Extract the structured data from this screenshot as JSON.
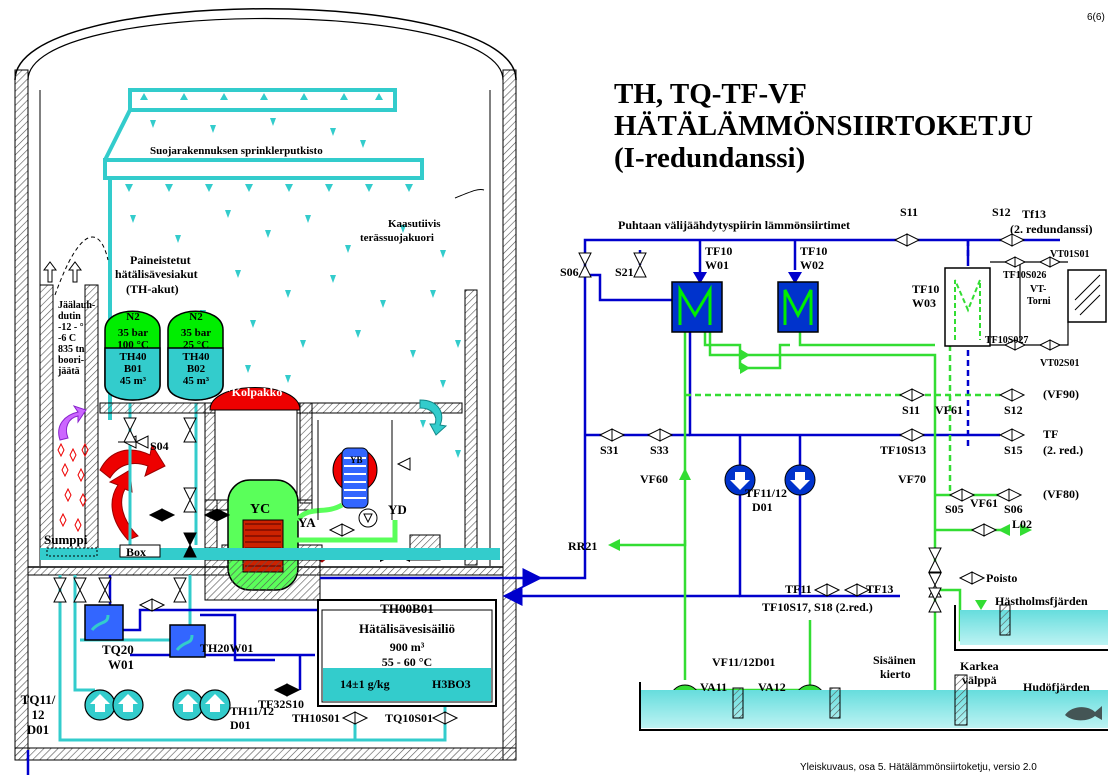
{
  "page_number": "6(6)",
  "title": {
    "line1": "TH, TQ-TF-VF",
    "line2": "HÄTÄLÄMMÖNSIIRTOKETJU",
    "line3": "(I-redundanssi)"
  },
  "footer": "Yleiskuvaus, osa 5. Hätälämmönsiirtoketju, versio 2.0",
  "containment": {
    "sprinkler_label": "Suojarakennuksen sprinklerputkisto",
    "steel_shell_line1": "Kaasutiivis",
    "steel_shell_line2": "terässuojakuori",
    "accumulator_title_line1": "Paineistetut",
    "accumulator_title_line2": "hätälisävesiakut",
    "accumulator_title_line3": "(TH-akut)",
    "ice_line1": "Jäälauh-",
    "ice_line2": "dutin",
    "ice_line3": "-12 - °",
    "ice_line4": "-6 C",
    "ice_line5": "835 tn",
    "ice_line6": "boori-",
    "ice_line7": "jäätä",
    "kolpakko": "\"Kolpakko\"",
    "s04": "S04",
    "yc": "YC",
    "yb": "YB",
    "ya": "YA",
    "yd": "YD",
    "sumppi": "Sumppi",
    "box": "Box"
  },
  "accumulators": [
    {
      "gas": "N2",
      "pressure": "35 bar",
      "temp": "100 °C",
      "id1": "TH40",
      "id2": "B01",
      "volume": "45 m³"
    },
    {
      "gas": "N2",
      "pressure": "35 bar",
      "temp": "25 °C",
      "id1": "TH40",
      "id2": "B02",
      "volume": "45 m³"
    }
  ],
  "lower": {
    "tq20_line1": "TQ20",
    "tq20_line2": "W01",
    "th20w01": "TH20W01",
    "tf32s10": "TF32S10",
    "tq11_line1": "TQ11/",
    "tq11_line2": "12",
    "tq11_line3": "D01",
    "th1112_line1": "TH11/12",
    "th1112_line2": "D01",
    "th10s01": "TH10S01",
    "tq10s01": "TQ10S01"
  },
  "tank": {
    "id": "TH00B01",
    "name": "Hätälisävesisäiliö",
    "volume": "900 m³",
    "temp": "55 - 60 °C",
    "boron": "14±1 g/kg",
    "chem": "H3BO3"
  },
  "circuit": {
    "hx_label": "Puhtaan välijäähdytyspiirin lämmönsiirtimet",
    "s11": "S11",
    "s12": "S12",
    "tf13_line1": "Tf13",
    "tf13_line2": "(2. redundanssi)",
    "s06": "S06",
    "s21": "S21",
    "w01_line1": "TF10",
    "w01_line2": "W01",
    "w02_line1": "TF10",
    "w02_line2": "W02",
    "w03_line1": "TF10",
    "w03_line2": "W03",
    "vt01s01": "VT01S01",
    "tf10s026": "TF10S026",
    "vt_line1": "VT-",
    "vt_line2": "Torni",
    "tf10s027": "TF10S027",
    "vt02s01": "VT02S01",
    "s11b": "S11",
    "vf61": "VF61",
    "s12b": "S12",
    "vf90": "(VF90)",
    "s31": "S31",
    "s33": "S33",
    "tf10s13": "TF10S13",
    "s15": "S15",
    "tf": "TF",
    "tf_red": "(2. red.)",
    "vf60": "VF60",
    "tf1112_line1": "TF11/12",
    "tf1112_line2": "D01",
    "vf70": "VF70",
    "s05": "S05",
    "vf61b": "VF61",
    "s06b": "S06",
    "vf80": "(VF80)",
    "l02": "L02",
    "rr21": "RR21",
    "tf11": "TF11",
    "tf13b": "TF13",
    "tf10s17": "TF10S17, S18 (2.red.)",
    "poisto": "Poisto",
    "hastholm": "Hästholmsfjärden",
    "vf1112": "VF11/12D01",
    "va11": "VA11",
    "va12": "VA12",
    "sisainen_line1": "Sisäinen",
    "sisainen_line2": "kierto",
    "karkea_line1": "Karkea",
    "karkea_line2": "välppä",
    "hudo": "Hudöfjärden"
  },
  "colors": {
    "blue": "#0000cc",
    "green": "#33dd33",
    "cyan": "#33cccc",
    "accent_green": "#00ee00",
    "red": "#ee0000",
    "hx_blue": "#0033cc"
  }
}
